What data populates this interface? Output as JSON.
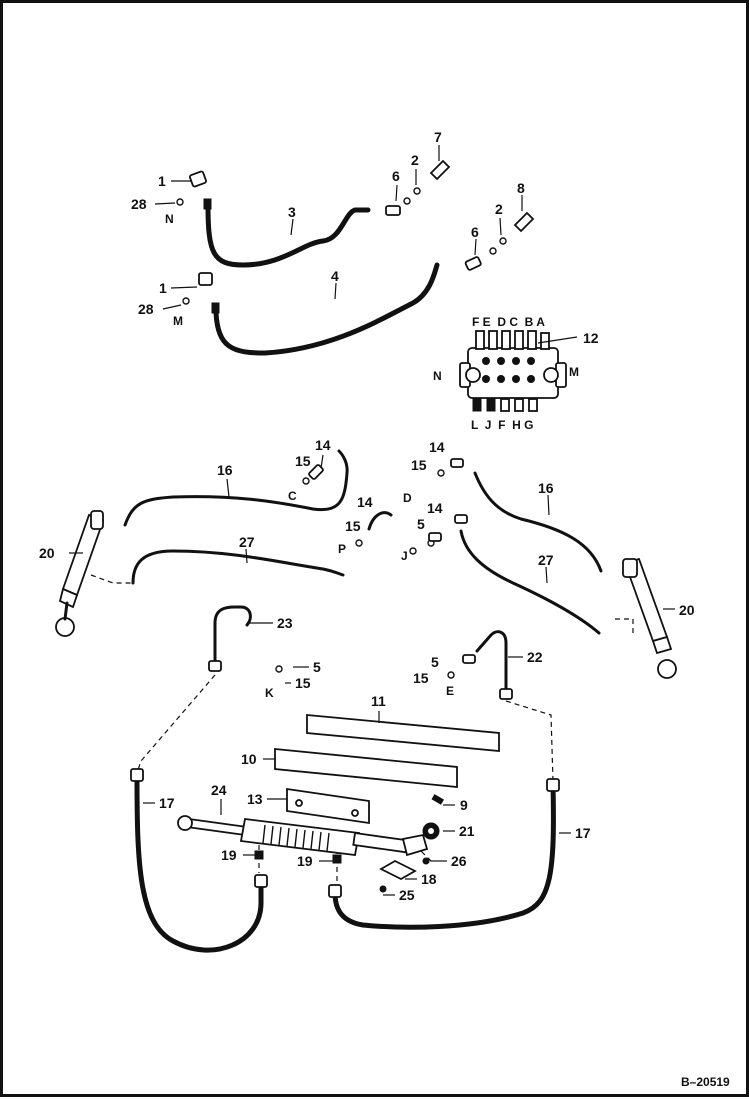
{
  "document": {
    "figure_number": "B–20519"
  },
  "callouts": {
    "n1a": "1",
    "n28a": "28",
    "n3": "3",
    "n6a": "6",
    "n2a": "2",
    "n7": "7",
    "n1b": "1",
    "n28b": "28",
    "n4": "4",
    "n6b": "6",
    "n2b": "2",
    "n8": "8",
    "n12": "12",
    "n16a": "16",
    "n14a": "14",
    "n15a": "15",
    "n14b": "14",
    "n15b": "15",
    "n14c": "14",
    "n15c": "15",
    "n5a": "5",
    "n14d": "14",
    "n16b": "16",
    "n20a": "20",
    "n27a": "27",
    "n27b": "27",
    "n20b": "20",
    "n23": "23",
    "n5b": "5",
    "n15d": "15",
    "n5c": "5",
    "n22": "22",
    "n15e": "15",
    "n11": "11",
    "n10": "10",
    "n24": "24",
    "n13": "13",
    "n9": "9",
    "n17a": "17",
    "n21": "21",
    "n17b": "17",
    "n19a": "19",
    "n19b": "19",
    "n26": "26",
    "n18": "18",
    "n25": "25"
  },
  "port_letters": {
    "N1": "N",
    "M1": "M",
    "C": "C",
    "D": "D",
    "P": "P",
    "J": "J",
    "K": "K",
    "E": "E",
    "valve_top": "F E  D C  B A",
    "valve_left": "N",
    "valve_right": "M",
    "valve_bottom": "L  J  F  H G"
  }
}
